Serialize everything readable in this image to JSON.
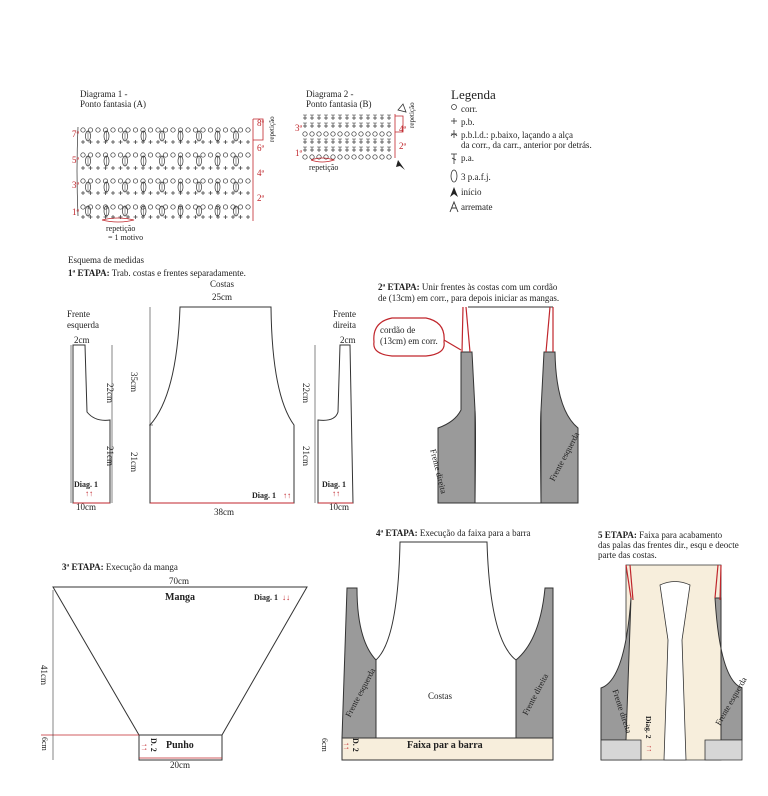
{
  "diagram1": {
    "title": "Diagrama 1 -",
    "subtitle": "Ponto fantasia (A)",
    "row_numbers_left": [
      "7ª",
      "5ª",
      "3ª",
      "1ª"
    ],
    "row_numbers_right": [
      "8ª",
      "6ª",
      "4ª",
      "2ª"
    ],
    "repeat_label_side": "repetição",
    "repeat_label_bottom": "repetição",
    "motif_label": "= 1 motivo"
  },
  "diagram2": {
    "title": "Diagrama 2 -",
    "subtitle": "Ponto fantasia (B)",
    "row_numbers_left": [
      "3ª",
      "1ª"
    ],
    "row_numbers_right": [
      "4ª",
      "2ª"
    ],
    "repeat_label_side": "repetição",
    "repeat_label_bottom": "repetição"
  },
  "legend": {
    "title": "Legenda",
    "items": [
      {
        "icon": "chain-stitch-icon",
        "text": "corr."
      },
      {
        "icon": "single-crochet-icon",
        "text": "p.b."
      },
      {
        "icon": "back-loop-single-crochet-icon",
        "text": "p.b.l.d.: p.baixo, laçando a alça"
      },
      {
        "icon": "",
        "text": "da corr., da carr., anterior por detrás."
      },
      {
        "icon": "double-crochet-icon",
        "text": "p.a."
      },
      {
        "icon": "cluster-icon",
        "text": "3 p.a.f.j."
      },
      {
        "icon": "start-arrow-icon",
        "text": "início"
      },
      {
        "icon": "fasten-off-arrow-icon",
        "text": "arremate"
      }
    ]
  },
  "stage1": {
    "heading": "Esquema de medidas",
    "label": "1ª ETAPA:",
    "text": "Trab. costas e frentes separadamente.",
    "back_title": "Costas",
    "back_width_top": "25cm",
    "back_height": "35cm",
    "back_lower_height": "21cm",
    "back_width_bottom": "38cm",
    "back_diag": "Diag. 1",
    "left_front_title1": "Frente",
    "left_front_title2": "esquerda",
    "left_front_top": "2cm",
    "left_front_upper": "22cm",
    "left_front_lower": "21cm",
    "left_front_bottom": "10cm",
    "left_front_diag": "Diag. 1",
    "right_front_title1": "Frente",
    "right_front_title2": "direita",
    "right_front_top": "2cm",
    "right_front_upper": "22cm",
    "right_front_lower": "21cm",
    "right_front_bottom": "10cm",
    "right_front_diag": "Diag. 1",
    "arrows": "↑↑"
  },
  "stage2": {
    "label": "2ª ETAPA:",
    "text1": "Unir frentes às costas com um cordão",
    "text2": "de (13cm) em corr., para depois iniciar as mangas.",
    "bubble1": "cordão de",
    "bubble2": "(13cm) em corr.",
    "front_right": "Frente direita",
    "front_left": "Frente esquerda"
  },
  "stage3": {
    "label": "3ª ETAPA:",
    "text": "Execução da manga",
    "top_width": "70cm",
    "title": "Manga",
    "diag": "Diag. 1",
    "diag_arrows": "↓↓",
    "height": "41cm",
    "cuff_height": "6cm",
    "cuff_diag": "D. 2",
    "cuff_title": "Punho",
    "cuff_width": "20cm",
    "cuff_arrows": "↑↑"
  },
  "stage4": {
    "label": "4ª ETAPA:",
    "text": "Execução da faixa para a barra",
    "back": "Costas",
    "front_left": "Frente esquerda",
    "front_right": "Frente direita",
    "band_height": "6cm",
    "band_diag": "D. 2",
    "band_title": "Faixa par a barra",
    "band_arrows": "↑↑"
  },
  "stage5": {
    "label": "5 ETAPA:",
    "text1": "Faixa para acabamento",
    "text2": "das palas das frentes dir., esqu e deocte",
    "text3": "parte das costas.",
    "front_right": "Frente direita",
    "front_left": "Frente esquerda",
    "diag": "Diag. 2",
    "diag_arrows": "↑↑"
  },
  "colors": {
    "red": "#c0262c",
    "gray": "#9a9a9a",
    "cream": "#f7eedc",
    "light_gray": "#d6d6d6"
  }
}
